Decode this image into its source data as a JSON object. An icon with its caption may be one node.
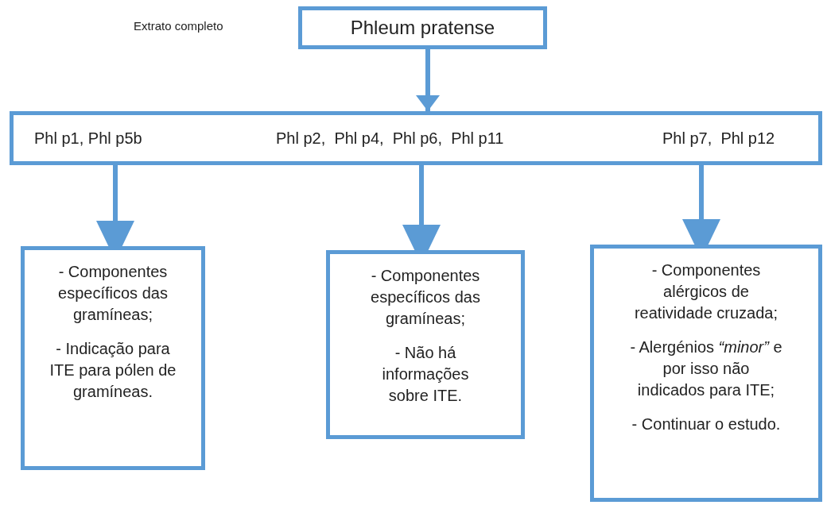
{
  "diagram": {
    "nodes": [
      {
        "text": [
          "Phleum pratense"
        ]
      },
      {
        "text": [
          "Phl p1, Phl p5b",
          "Phl p2,  Phl p4,  Phl p6,  Phl p11",
          "Phl p7,  Phl p12"
        ]
      },
      {
        "text": [
          "- Componentes específicos das gramíneas;",
          "- Indicação para ITE para pólen de gramíneas."
        ]
      },
      {
        "text": [
          "- Componentes específicos das gramíneas;",
          "- Não há informações sobre ITE."
        ]
      },
      {
        "text": [
          "- Componentes alérgicos de reatividade cruzada;",
          "- Alergénios *“minor”* e por isso não indicados para ITE;",
          "- Continuar o estudo."
        ]
      }
    ],
    "edges": [
      {
        "from": 0,
        "to": 1,
        "arrow": "to"
      },
      {
        "from": 1,
        "to": 2,
        "arrow": "to"
      },
      {
        "from": 1,
        "to": 3,
        "arrow": "to"
      },
      {
        "from": 1,
        "to": 4,
        "arrow": "to"
      }
    ],
    "labels": [
      "Extrato completo"
    ]
  }
}
